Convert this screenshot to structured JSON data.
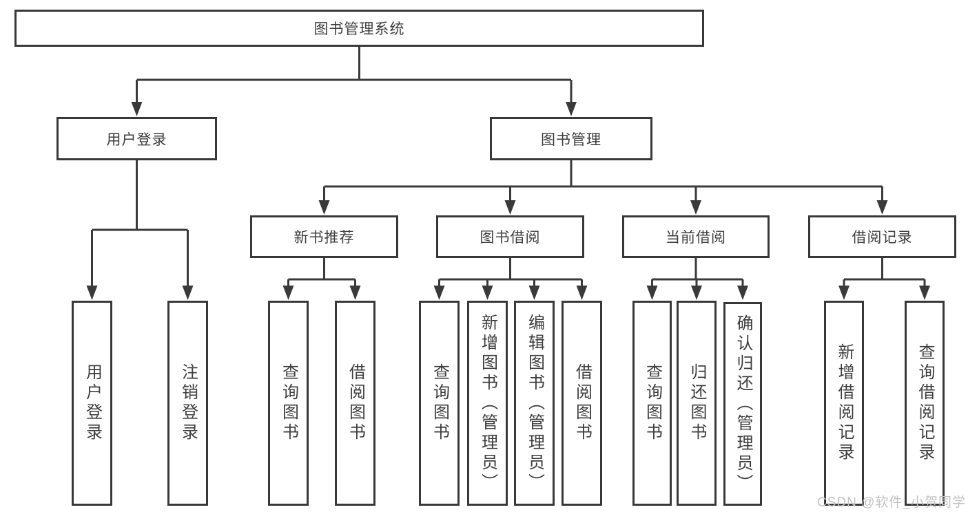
{
  "colors": {
    "background": "#ffffff",
    "line": "#3a3a3a",
    "box_border": "#383838",
    "text": "#3d3d3d",
    "watermark": "#c2c2c2"
  },
  "tree": {
    "root": {
      "label": "图书管理系统"
    },
    "branches": [
      {
        "label": "用户登录",
        "leaves": [
          {
            "label": "用户登录"
          },
          {
            "label": "注销登录"
          }
        ]
      },
      {
        "label": "图书管理",
        "sections": [
          {
            "label": "新书推荐",
            "leaves": [
              {
                "label": "查询图书"
              },
              {
                "label": "借阅图书"
              }
            ]
          },
          {
            "label": "图书借阅",
            "leaves": [
              {
                "label": "查询图书"
              },
              {
                "label": "新增图书（管理员）"
              },
              {
                "label": "编辑图书（管理员）"
              },
              {
                "label": "借阅图书"
              }
            ]
          },
          {
            "label": "当前借阅",
            "leaves": [
              {
                "label": "查询图书"
              },
              {
                "label": "归还图书"
              },
              {
                "label": "确认归还（管理员）"
              }
            ]
          },
          {
            "label": "借阅记录",
            "leaves": [
              {
                "label": "新增借阅记录"
              },
              {
                "label": "查询借阅记录"
              }
            ]
          }
        ]
      }
    ]
  },
  "watermark": {
    "text": "CSDN @软件_小贺同学"
  }
}
